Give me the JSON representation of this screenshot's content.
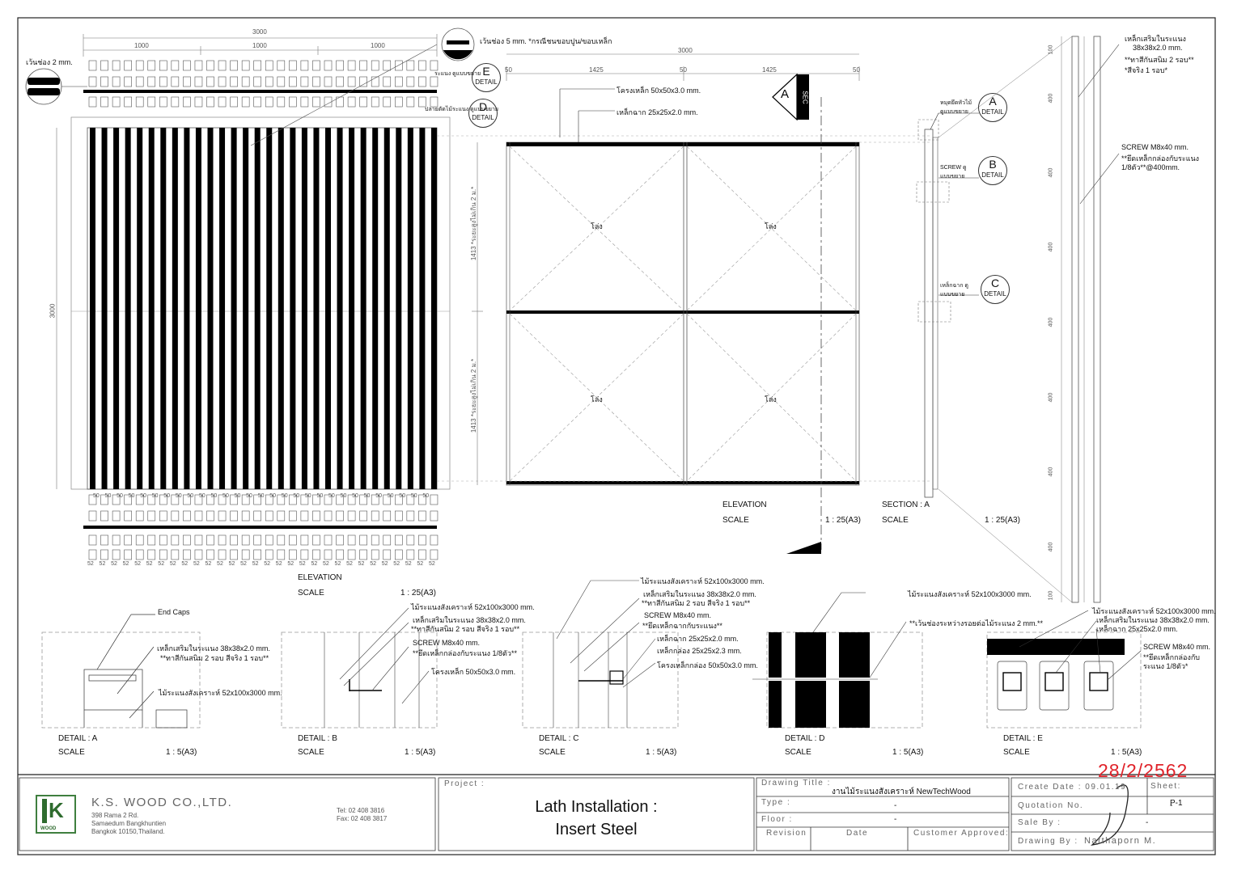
{
  "top_elevation": {
    "overall_dim": "3000",
    "sub_dims": [
      "1000",
      "1000",
      "1000"
    ],
    "gap_top_note": "เว้นช่อง 5 mm. *กรณีชนขอบปูน/ขอบเหล็ก",
    "gap_left_note": "เว้นช่อง 2 mm.",
    "side_dim": "3000",
    "label_e_small": "ระแนง ดูแบบขยาย",
    "label_d_small": "ปลายตัดไม้ระแนง ดูแบบขยาย",
    "slat_width": "52",
    "slat_gap": "50",
    "title": "ELEVATION",
    "scale_label": "SCALE",
    "scale_value": "1 : 25(A3)"
  },
  "frame_elevation": {
    "overall_dim": "3000",
    "sub_dims": [
      "50",
      "1425",
      "50",
      "1425",
      "50"
    ],
    "steel_frame_note": "โครงเหล็ก 50x50x3.0 mm.",
    "angle_note": "เหล็กฉาก 25x25x2.0 mm.",
    "panel_label": "โล่ง",
    "height_dim_1": "1413",
    "height_dim_2": "1413",
    "height_note": "*ระยะสูงไม่เกิน 2 ม.*",
    "section_marker": "A",
    "section_marker_sub": "SEC",
    "title": "ELEVATION",
    "scale_label": "SCALE",
    "scale_value": "1 : 25(A3)"
  },
  "section_a": {
    "callout_a_note": "หมุดยึดหัวไม้ ดูแบบขยาย",
    "callout_b_note": "SCREW ดูแบบขยาย",
    "callout_c_note": "เหล็กฉาก ดูแบบขยาย",
    "title": "SECTION : A",
    "scale_label": "SCALE",
    "scale_value": "1 : 25(A3)"
  },
  "side_section": {
    "spacing_labels": [
      "100",
      "400",
      "400",
      "400",
      "400",
      "400",
      "400",
      "400",
      "100"
    ],
    "note_1_line1": "เหล็กเสริมในระแนง",
    "note_1_line2": "38x38x2.0 mm.",
    "note_1_line3": "**ทาสีกันสนิม 2 รอบ**",
    "note_1_line4": "*สีจริง 1 รอบ*",
    "note_2_line1": "SCREW M8x40 mm.",
    "note_2_line2": "**ยึดเหล็กกล่องกับระแนง",
    "note_2_line3": "1/8ตัว**@400mm."
  },
  "callouts": {
    "detail_word": "DETAIL",
    "a": "A",
    "b": "B",
    "c": "C",
    "d": "D",
    "e": "E"
  },
  "details": {
    "a": {
      "end_caps": "End Caps",
      "note_1": "เหล็กเสริมในระแนง 38x38x2.0 mm.",
      "note_2": "**ทาสีกันสนิม 2 รอบ สีจริง 1 รอบ**",
      "note_3": "ไม้ระแนงสังเคราะห์ 52x100x3000 mm.",
      "title": "DETAIL : A",
      "scale_label": "SCALE",
      "scale_value": "1 : 5(A3)"
    },
    "b": {
      "note_1": "ไม้ระแนงสังเคราะห์ 52x100x3000 mm.",
      "note_2": "เหล็กเสริมในระแนง 38x38x2.0 mm.",
      "note_3": "**ทาสีกันสนิม 2 รอบ สีจริง 1 รอบ**",
      "note_4": "SCREW M8x40 mm.",
      "note_5": "**ยึดเหล็กกล่องกับระแนง 1/8ตัว**",
      "note_6": "โครงเหล็ก 50x50x3.0 mm.",
      "title": "DETAIL : B",
      "scale_label": "SCALE",
      "scale_value": "1 : 5(A3)"
    },
    "c": {
      "note_1": "ไม้ระแนงสังเคราะห์ 52x100x3000 mm.",
      "note_2": "เหล็กเสริมในระแนง 38x38x2.0 mm.",
      "note_3": "**ทาสีกันสนิม 2 รอบ สีจริง 1 รอบ**",
      "note_4": "SCREW M8x40 mm.",
      "note_5": "**ยึดเหล็กฉากกับระแนง**",
      "note_6": "เหล็กฉาก 25x25x2.0 mm.",
      "note_7": "เหล็กกล่อง 25x25x2.3 mm.",
      "note_8": "โครงเหล็กกล่อง 50x50x3.0 mm.",
      "title": "DETAIL : C",
      "scale_label": "SCALE",
      "scale_value": "1 : 5(A3)"
    },
    "d": {
      "note_1": "ไม้ระแนงสังเคราะห์ 52x100x3000 mm.",
      "note_2": "**เว้นช่องระหว่างรอยต่อไม้ระแนง 2 mm.**",
      "title": "DETAIL : D",
      "scale_label": "SCALE",
      "scale_value": "1 : 5(A3)"
    },
    "e": {
      "note_1": "ไม้ระแนงสังเคราะห์ 52x100x3000 mm.",
      "note_2": "เหล็กเสริมในระแนง 38x38x2.0 mm.",
      "note_3": "เหล็กฉาก 25x25x2.0 mm.",
      "note_4": "SCREW M8x40 mm.",
      "note_5": "**ยึดเหล็กกล่องกับ",
      "note_6": "ระแนง 1/8ตัว*",
      "title": "DETAIL : E",
      "scale_label": "SCALE",
      "scale_value": "1 : 5(A3)"
    }
  },
  "title_block": {
    "company": "K.S. WOOD CO.,LTD.",
    "address_1": "398 Rama 2 Rd.",
    "address_2": "Samaedum Bangkhuntien",
    "address_3": "Bangkok 10150,Thailand.",
    "tel": "Tel: 02 408 3816",
    "fax": "Fax: 02 408 3817",
    "logo_text": "WOOD",
    "project_label": "Project :",
    "project_line1": "Lath Installation :",
    "project_line2": "Insert Steel",
    "drawing_title_label": "Drawing Title :",
    "drawing_title_value": "งานไม้ระแนงสังเคราะห์  NewTechWood",
    "type_label": "Type :",
    "type_value": "-",
    "floor_label": "Floor :",
    "floor_value": "-",
    "revision_label": "Revision",
    "date_label": "Date",
    "customer_label": "Customer Approved:",
    "create_date_label": "Create Date : 09.01.19",
    "sheet_label": "Sheet:",
    "sheet_value": "P-1",
    "quotation_label": "Quotation No.",
    "quotation_value": "-",
    "sale_label": "Sale By :",
    "sale_value": "-",
    "drawing_by_label": "Drawing By :",
    "drawing_by_value": "Natthaporn M.",
    "stamp_date": "28/2/2562"
  }
}
